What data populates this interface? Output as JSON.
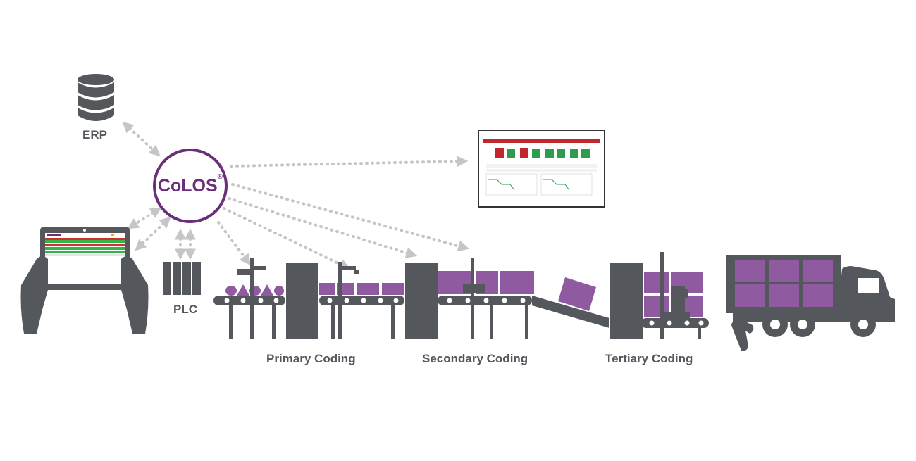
{
  "logo": {
    "name": "CoLOS",
    "mark": "®"
  },
  "labels": {
    "erp": "ERP",
    "plc": "PLC",
    "primary": "Primary Coding",
    "secondary": "Secondary Coding",
    "tertiary": "Tertiary Coding"
  },
  "icons": [
    "database-icon",
    "tablet-icon",
    "hands-icon",
    "plc-icon",
    "dashboard-monitor-icon",
    "conveyor-icon",
    "printer-icon",
    "truck-icon",
    "barcode-scanner-icon"
  ],
  "colors": {
    "dark": "#54575c",
    "purple": "#8f5aa0",
    "brand": "#6b2f7a",
    "arrow": "#c6c6c6",
    "dashboard_green": "#2e9b4e",
    "dashboard_red": "#c0282d",
    "tablet_row_green": "#34b34a",
    "tablet_row_red": "#d0302e"
  }
}
